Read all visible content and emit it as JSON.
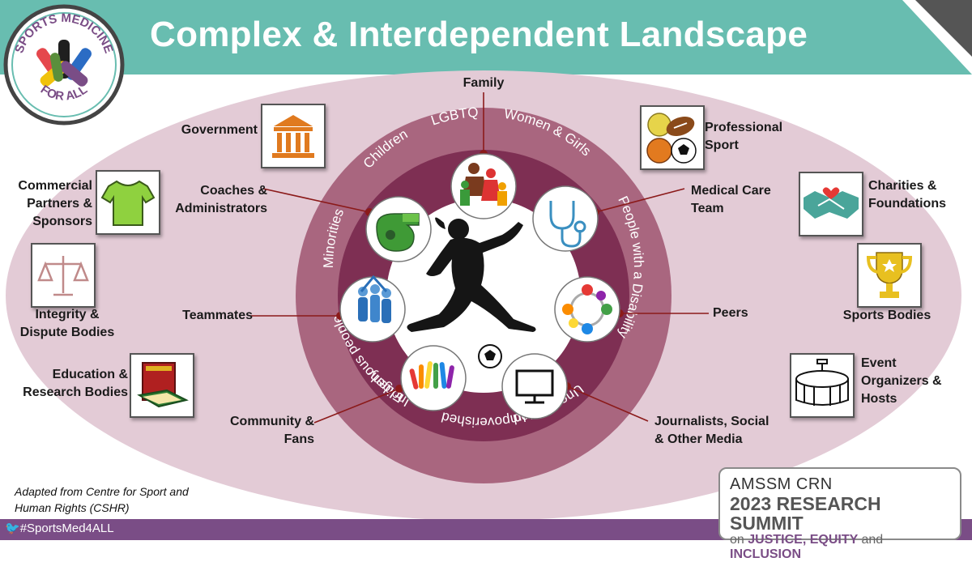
{
  "header": {
    "title": "Complex & Interdependent Landscape"
  },
  "logo": {
    "top_text": "SPORTS MEDICINE",
    "bottom_text": "FOR ALL",
    "colors": [
      "#e5484d",
      "#1f1f1f",
      "#5a8f3c",
      "#7a4d86",
      "#f0c20c",
      "#2b6cc4"
    ]
  },
  "ring_labels": [
    {
      "id": "lgbtq",
      "text": "LGBTQ"
    },
    {
      "id": "women",
      "text": "Women & Girls"
    },
    {
      "id": "disability",
      "text": "People with a Disability"
    },
    {
      "id": "uneducated",
      "text": "Uneducated"
    },
    {
      "id": "impoverished",
      "text": "Impoverished"
    },
    {
      "id": "indigenous",
      "text": "Indigenous people"
    },
    {
      "id": "elderly",
      "text": "Elderly"
    },
    {
      "id": "minorities",
      "text": "Minorities"
    },
    {
      "id": "children",
      "text": "Children"
    }
  ],
  "inner": {
    "family": "Family",
    "coaches": "Coaches &\nAdministrators",
    "medical": "Medical Care\nTeam",
    "teammates": "Teammates",
    "peers": "Peers",
    "community": "Community &\nFans",
    "media": "Journalists, Social\n& Other Media"
  },
  "outer": {
    "government": "Government",
    "commercial": "Commercial\nPartners &\nSponsors",
    "integrity": "Integrity &\nDispute Bodies",
    "education": "Education &\nResearch Bodies",
    "professional": "Professional\nSport",
    "charities": "Charities &\nFoundations",
    "sports_bodies": "Sports Bodies",
    "events": "Event\nOrganizers &\nHosts"
  },
  "credit": "Adapted from Centre for Sport and\nHuman Rights (CSHR)",
  "footer": {
    "hashtag": "#SportsMed4ALL"
  },
  "summit": {
    "line1": "AMSSM CRN",
    "line2": "2023 RESEARCH SUMMIT",
    "line3_on": "on",
    "justice": "JUSTICE,",
    "equity": "EQUITY",
    "and": "and",
    "inclusion": "INCLUSION"
  },
  "colors": {
    "banner": "#68bdb0",
    "ellipse": "#e3cbd6",
    "ring_outer": "#a9667f",
    "ring_inner": "#7e2f53",
    "accent": "#7a4d86",
    "dot": "#8b1a1a"
  }
}
